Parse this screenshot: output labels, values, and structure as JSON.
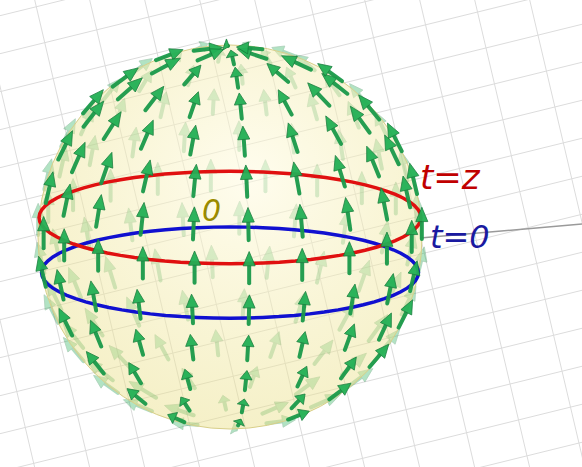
{
  "diagram": {
    "labels": [
      "t=z",
      "t=0",
      "0"
    ]
  }
}
